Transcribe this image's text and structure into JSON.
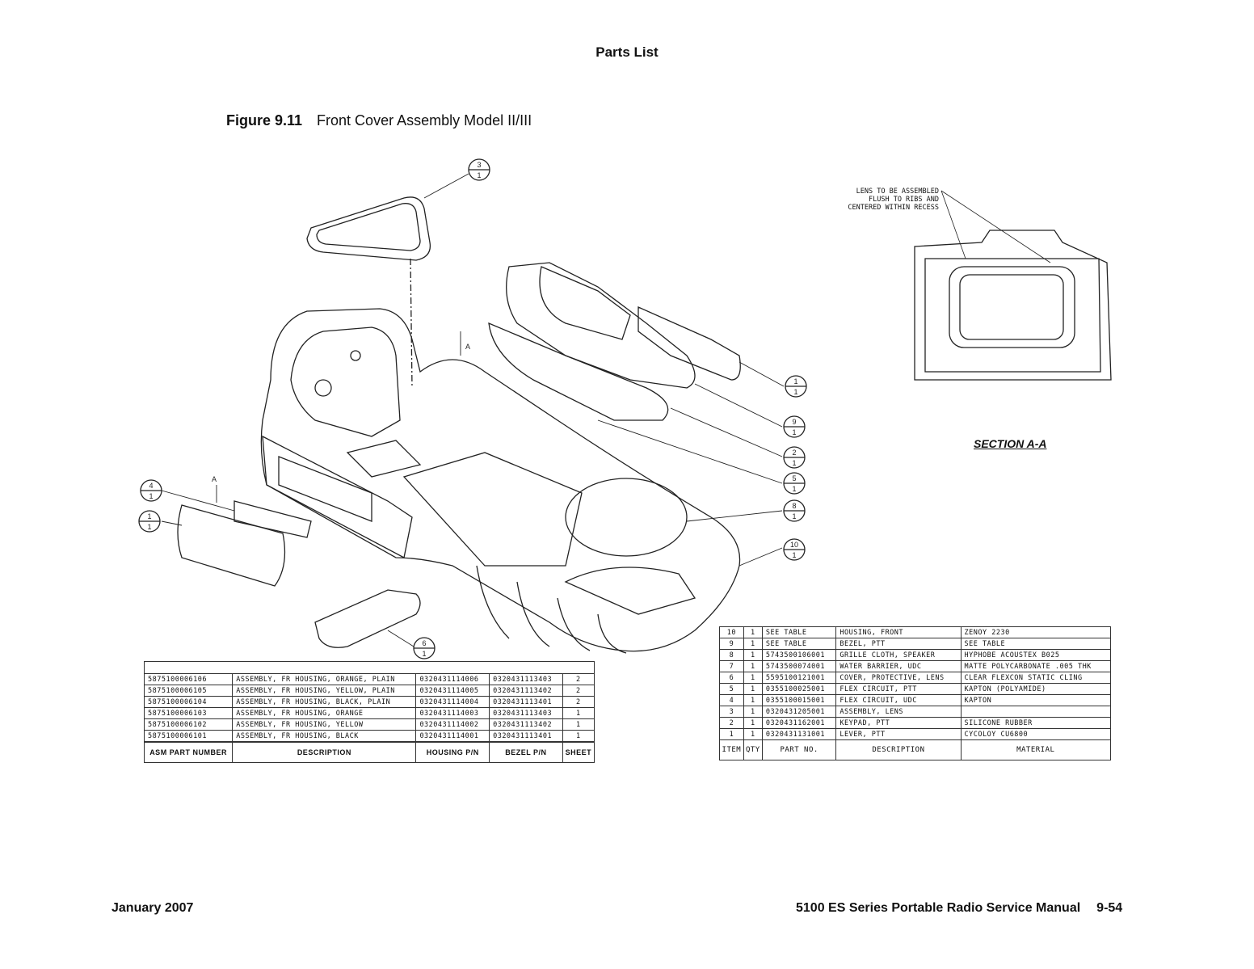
{
  "header": {
    "title": "Parts List"
  },
  "figure": {
    "number": "Figure 9.11",
    "title": "Front Cover Assembly Model II/III"
  },
  "section": {
    "note": [
      "LENS TO BE ASSEMBLED",
      "FLUSH TO RIBS AND",
      "CENTERED WITHIN RECESS"
    ],
    "label": "SECTION   A-A"
  },
  "view_markers": [
    "A",
    "A"
  ],
  "balloons": [
    {
      "item": "3",
      "qty": "1"
    },
    {
      "item": "1",
      "qty": "1"
    },
    {
      "item": "9",
      "qty": "1"
    },
    {
      "item": "2",
      "qty": "1"
    },
    {
      "item": "5",
      "qty": "1"
    },
    {
      "item": "8",
      "qty": "1"
    },
    {
      "item": "10",
      "qty": "1"
    },
    {
      "item": "4",
      "qty": "1"
    },
    {
      "item": "1",
      "qty": "1"
    },
    {
      "item": "6",
      "qty": "1"
    }
  ],
  "asm_table": {
    "headers": [
      "ASM PART NUMBER",
      "DESCRIPTION",
      "HOUSING P/N",
      "BEZEL P/N",
      "SHEET"
    ],
    "rows": [
      [
        "5875100006106",
        "ASSEMBLY, FR HOUSING, ORANGE, PLAIN",
        "0320431114006",
        "0320431113403",
        "2"
      ],
      [
        "5875100006105",
        "ASSEMBLY, FR HOUSING, YELLOW, PLAIN",
        "0320431114005",
        "0320431113402",
        "2"
      ],
      [
        "5875100006104",
        "ASSEMBLY, FR HOUSING, BLACK, PLAIN",
        "0320431114004",
        "0320431113401",
        "2"
      ],
      [
        "5875100006103",
        "ASSEMBLY, FR HOUSING, ORANGE",
        "0320431114003",
        "0320431113403",
        "1"
      ],
      [
        "5875100006102",
        "ASSEMBLY, FR HOUSING, YELLOW",
        "0320431114002",
        "0320431113402",
        "1"
      ],
      [
        "5875100006101",
        "ASSEMBLY, FR HOUSING, BLACK",
        "0320431114001",
        "0320431113401",
        "1"
      ]
    ]
  },
  "parts_table": {
    "headers": [
      "ITEM",
      "QTY",
      "PART NO.",
      "DESCRIPTION",
      "MATERIAL"
    ],
    "rows": [
      [
        "10",
        "1",
        "SEE TABLE",
        "HOUSING, FRONT",
        "ZENOY 2230"
      ],
      [
        "9",
        "1",
        "SEE TABLE",
        "BEZEL, PTT",
        "SEE TABLE"
      ],
      [
        "8",
        "1",
        "5743500106001",
        "GRILLE CLOTH, SPEAKER",
        "HYPHOBE ACOUSTEX B025"
      ],
      [
        "7",
        "1",
        "5743500074001",
        "WATER BARRIER, UDC",
        "MATTE POLYCARBONATE .005 THK"
      ],
      [
        "6",
        "1",
        "5595100121001",
        "COVER, PROTECTIVE, LENS",
        "CLEAR FLEXCON STATIC CLING"
      ],
      [
        "5",
        "1",
        "0355100025001",
        "FLEX CIRCUIT, PTT",
        "KAPTON (POLYAMIDE)"
      ],
      [
        "4",
        "1",
        "0355100015001",
        "FLEX CIRCUIT, UDC",
        "KAPTON"
      ],
      [
        "3",
        "1",
        "0320431205001",
        "ASSEMBLY, LENS",
        ""
      ],
      [
        "2",
        "1",
        "0320431162001",
        "KEYPAD, PTT",
        "SILICONE RUBBER"
      ],
      [
        "1",
        "1",
        "0320431131001",
        "LEVER, PTT",
        "CYCOLOY CU6800"
      ]
    ]
  },
  "footer": {
    "date": "January 2007",
    "manual": "5100 ES Series Portable Radio Service Manual",
    "page": "9-54"
  }
}
